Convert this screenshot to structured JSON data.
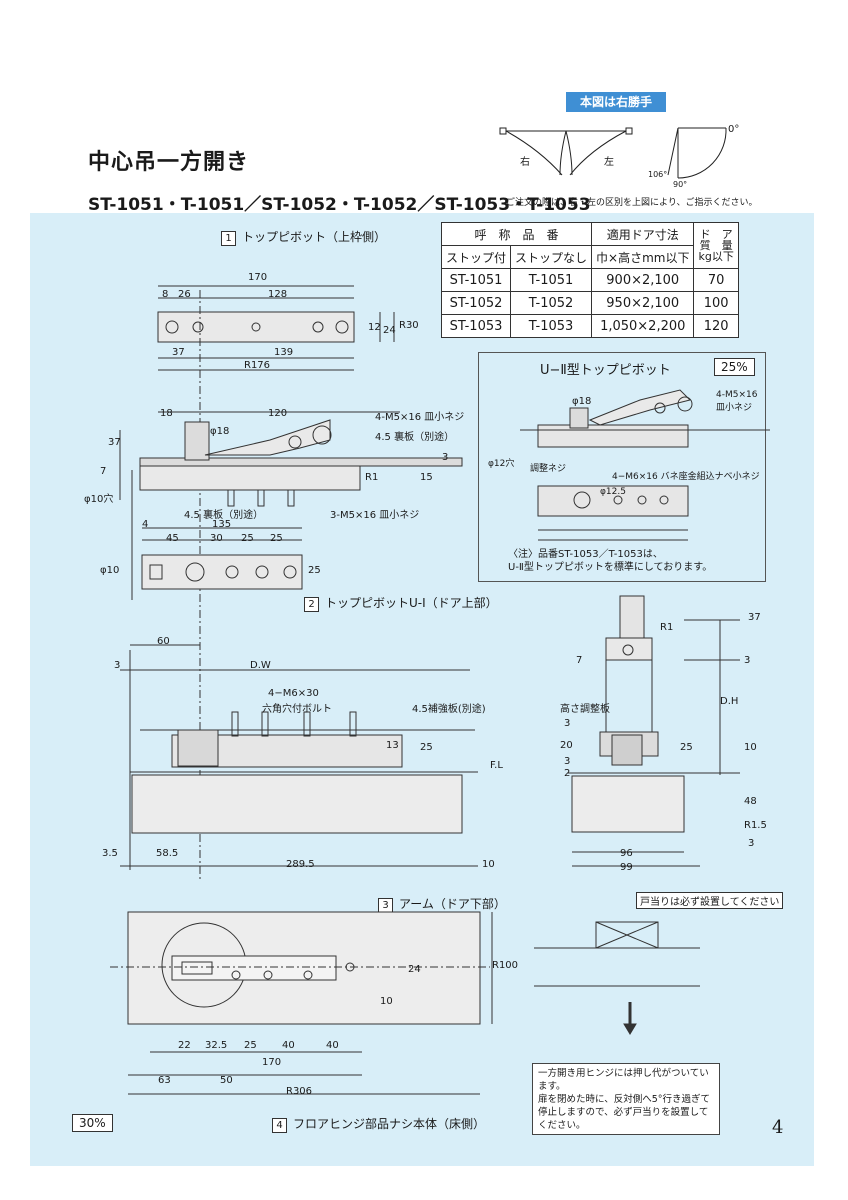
{
  "header": {
    "title": "中心吊一方開き",
    "models": "ST-1051・T-1051／ST-1052・T-1052／ST-1053・T-1053",
    "order_note": "ご注文の際は、右・左の区別を上図により、ご指示ください。",
    "badge": "本図は右勝手",
    "swing_labels": {
      "right": "右",
      "left": "左",
      "deg0": "0°",
      "deg106": "106°",
      "deg90": "90°"
    }
  },
  "spec_table": {
    "headers": [
      "呼　称　品　番",
      "適用ドア寸法",
      "ド　ア\n質　量"
    ],
    "subheaders": [
      "ストップ付",
      "ストップなし",
      "巾×高さmm以下",
      "kg以下"
    ],
    "rows": [
      [
        "ST-1051",
        "T-1051",
        "900×2,100",
        "70"
      ],
      [
        "ST-1052",
        "T-1052",
        "950×2,100",
        "100"
      ],
      [
        "ST-1053",
        "T-1053",
        "1,050×2,200",
        "120"
      ]
    ]
  },
  "sections": {
    "s1": {
      "num": "1",
      "label": "トップピボット（上枠側）"
    },
    "s2": {
      "num": "2",
      "label": "トップピボットU-Ⅰ（ドア上部）"
    },
    "s3": {
      "num": "3",
      "label": "アーム（ドア下部）"
    },
    "s4": {
      "num": "4",
      "label": "フロアヒンジ部品ナシ本体（床側）"
    }
  },
  "uii": {
    "title": "U−Ⅱ型トップピボット",
    "percent": "25%",
    "labels": {
      "screws1": "4-M5×16\n皿小ネジ",
      "screws2": "4−M6×16 バネ座金組込ナベ小ネジ",
      "adjust": "調整ネジ",
      "hole": "φ12穴",
      "phi18": "φ18",
      "phi125": "φ12.5"
    },
    "note": "〈注〉品番ST-1053／T-1053は、\nU-Ⅱ型トップピボットを標準にしております。"
  },
  "callouts": {
    "m5_a": "4-M5×16 皿小ネジ",
    "plate_a": "4.5 裏板（別途）",
    "plate_b": "4.5 裏板（別途）",
    "m5_b": "3-M5×16 皿小ネジ",
    "hole10": "φ10穴",
    "phi18": "φ18",
    "m6": "4−M6×30",
    "hexbolt": "六角穴付ボルト",
    "reinforce": "4.5補強板(別途)",
    "fl": "F.L",
    "dw": "D.W",
    "dh": "D.H",
    "height_adj": "高さ調整板",
    "stopper": "戸当りは必ず設置してください"
  },
  "dims": {
    "s1_top": [
      "170",
      "8",
      "26",
      "128",
      "12",
      "24",
      "R30",
      "37",
      "139",
      "R176"
    ],
    "s1_side": [
      "18",
      "120",
      "37",
      "7",
      "3",
      "R1",
      "15"
    ],
    "s2": [
      "135",
      "4",
      "45",
      "30",
      "25",
      "25",
      "φ10",
      "25"
    ],
    "s4": [
      "60",
      "3",
      "13",
      "25",
      "3.5",
      "58.5",
      "289.5",
      "10"
    ],
    "s4_side": [
      "R1",
      "37",
      "7",
      "3",
      "3",
      "20",
      "3",
      "2",
      "25",
      "10",
      "48",
      "R1.5",
      "3",
      "96",
      "99"
    ],
    "s3": [
      "24",
      "R100",
      "10",
      "22",
      "32.5",
      "25",
      "40",
      "40",
      "170",
      "63",
      "50",
      "R306"
    ]
  },
  "notice": "一方開き用ヒンジには押し代がついています。\n扉を閉めた時に、反対側へ5°行き過ぎて停止しますので、必ず戸当りを設置してください。",
  "scale_bottom": "30%",
  "page_number": "4"
}
